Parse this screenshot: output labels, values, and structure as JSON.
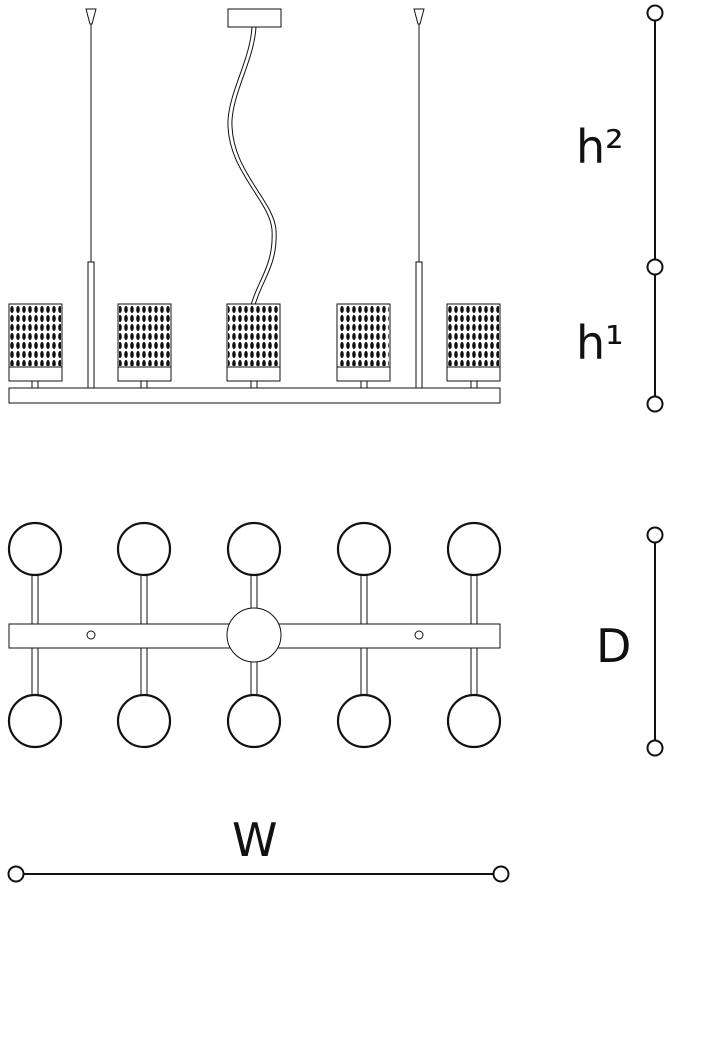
{
  "labels": {
    "h2": "h²",
    "h1": "h¹",
    "depth": "D",
    "width": "W"
  },
  "colors": {
    "line": "#111111",
    "background": "#ffffff"
  }
}
